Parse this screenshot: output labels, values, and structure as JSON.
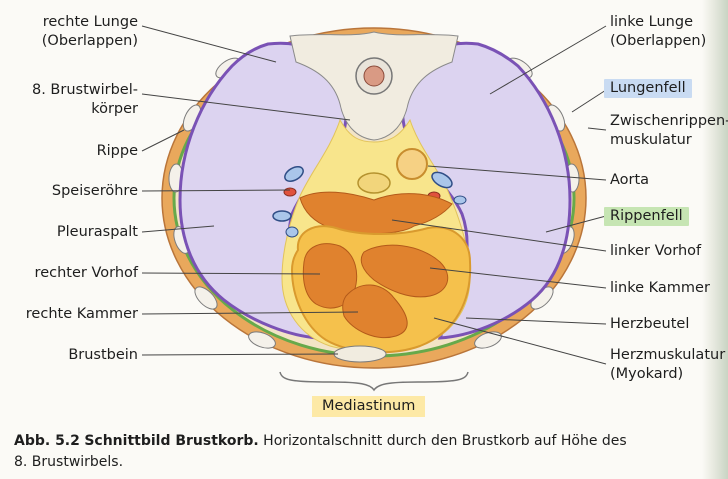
{
  "labels_left": [
    {
      "id": "rechte-lunge",
      "lines": [
        "rechte Lunge",
        "(Oberlappen)"
      ]
    },
    {
      "id": "brustwirbelkoerper",
      "lines": [
        "8. Brustwirbel-",
        "körper"
      ]
    },
    {
      "id": "rippe",
      "lines": [
        "Rippe"
      ]
    },
    {
      "id": "speiseroehre",
      "lines": [
        "Speiseröhre"
      ]
    },
    {
      "id": "pleuraspalt",
      "lines": [
        "Pleuraspalt"
      ]
    },
    {
      "id": "rechter-vorhof",
      "lines": [
        "rechter Vorhof"
      ]
    },
    {
      "id": "rechte-kammer",
      "lines": [
        "rechte Kammer"
      ]
    },
    {
      "id": "brustbein",
      "lines": [
        "Brustbein"
      ]
    }
  ],
  "labels_right": [
    {
      "id": "linke-lunge",
      "lines": [
        "linke Lunge",
        "(Oberlappen)"
      ]
    },
    {
      "id": "lungenfell",
      "lines": [
        "Lungenfell"
      ],
      "highlight": "blue"
    },
    {
      "id": "zwischenrippenmuskulatur",
      "lines": [
        "Zwischenrippen-",
        "muskulatur"
      ]
    },
    {
      "id": "aorta",
      "lines": [
        "Aorta"
      ]
    },
    {
      "id": "rippenfell",
      "lines": [
        "Rippenfell"
      ],
      "highlight": "green"
    },
    {
      "id": "linker-vorhof",
      "lines": [
        "linker Vorhof"
      ]
    },
    {
      "id": "linke-kammer",
      "lines": [
        "linke Kammer"
      ]
    },
    {
      "id": "herzbeutel",
      "lines": [
        "Herzbeutel"
      ]
    },
    {
      "id": "herzmuskulatur",
      "lines": [
        "Herzmuskulatur",
        "(Myokard)"
      ]
    }
  ],
  "mediastinum_label": "Mediastinum",
  "caption": {
    "figure_number": "Abb. 5.2",
    "title": "Schnittbild Brustkorb.",
    "text_line1": "Horizontalschnitt durch den Brustkorb auf Höhe des",
    "text_line2": "8. Brustwirbels."
  },
  "colors": {
    "lung": "#dcd3f0",
    "pleura_line": "#7a52b5",
    "muscle_ring": "#e7a85a",
    "pleura_green": "#67a94a",
    "bone": "#f1ece0",
    "mediastinum": "#f8e58c",
    "heart_outer": "#f5c14c",
    "heart_chambers": "#e0822e",
    "highlight_blue": "#c9dbf2",
    "highlight_green": "#c6e5b3",
    "highlight_yellow": "#fde9a6"
  }
}
